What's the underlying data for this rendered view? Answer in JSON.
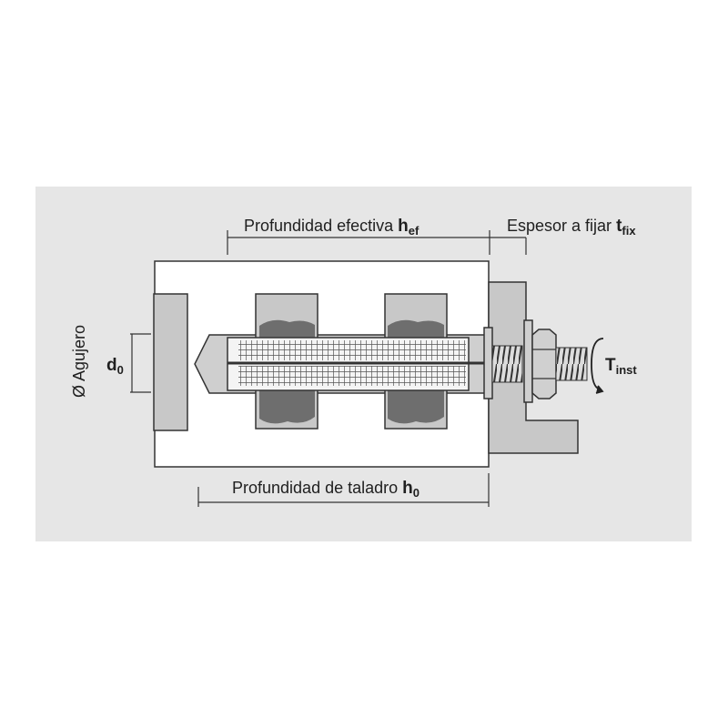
{
  "labels": {
    "effective_depth": {
      "text": "Profundidad efectiva ",
      "symbol": "h",
      "subscript": "ef"
    },
    "fixture_thickness": {
      "text": "Espesor a fijar ",
      "symbol": "t",
      "subscript": "fix"
    },
    "drill_depth": {
      "text": "Profundidad de taladro ",
      "symbol": "h",
      "subscript": "0"
    },
    "hole_diameter": {
      "text": "Ø Agujero"
    },
    "diameter_symbol": {
      "symbol": "d",
      "subscript": "0"
    },
    "torque": {
      "symbol": "T",
      "subscript": "inst"
    }
  },
  "colors": {
    "panel_background": "#e6e6e6",
    "base_material": "#ffffff",
    "block_gray": "#c8c8c8",
    "resin_dark": "#6e6e6e",
    "outline": "#333333",
    "rod": "#d9d9d9"
  },
  "icons": {
    "torque_arrow": "rotation-arrow-icon"
  }
}
